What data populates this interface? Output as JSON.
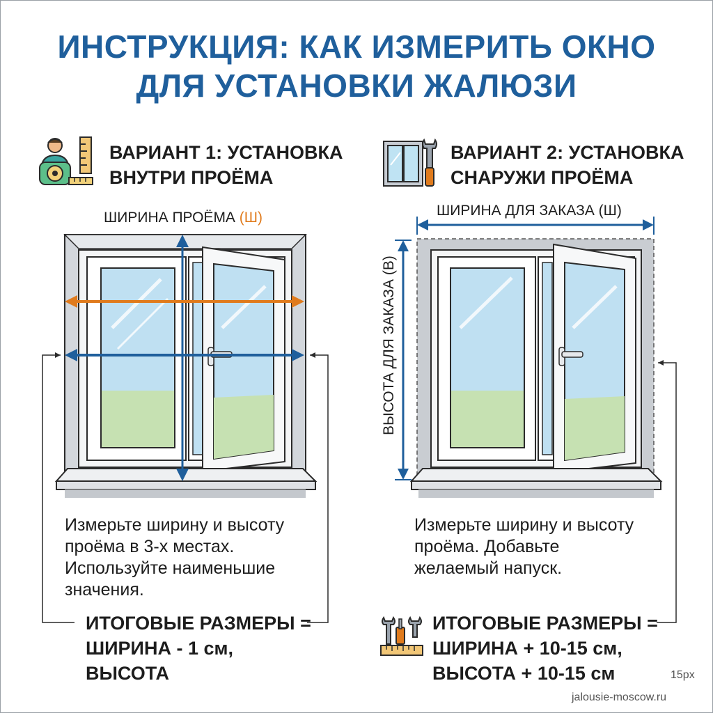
{
  "title": {
    "line1": "ИНСТРУКЦИЯ: КАК ИЗМЕРИТЬ ОКНО",
    "line2": "ДЛЯ УСТАНОВКИ ЖАЛЮЗИ"
  },
  "variant1": {
    "title_line1": "ВАРИАНТ 1: УСТАНОВКА",
    "title_line2": "ВНУТРИ ПРОЁМА",
    "width_label": "ШИРИНА ПРОЁМА",
    "width_letter": "(Ш)",
    "desc": [
      "Измерьте ширину и высоту",
      "проёма в 3-х местах.",
      "Используйте наименьшие",
      "значения."
    ],
    "result": [
      "ИТОГОВЫЕ РАЗМЕРЫ =",
      "ШИРИНА - 1 см,",
      "ВЫСОТА"
    ]
  },
  "variant2": {
    "title_line1": "ВАРИАНТ 2: УСТАНОВКА",
    "title_line2": "СНАРУЖИ ПРОЁМА",
    "width_label": "ШИРИНА ДЛЯ ЗАКАЗА (Ш)",
    "height_label": "ВЫСОТА ДЛЯ ЗАКАЗА (В)",
    "desc": [
      "Измерьте ширину и высоту",
      "проёма. Добавьте",
      "желаемый напуск."
    ],
    "result": [
      "ИТОГОВЫЕ РАЗМЕРЫ =",
      "ШИРИНА + 10-15 см,",
      "ВЫСОТА + 10-15 см"
    ]
  },
  "footer": {
    "size_note": "15px",
    "site": "jalousie-moscow.ru"
  },
  "colors": {
    "title_blue": "#1f5f9c",
    "arrow_orange": "#e07b1d",
    "arrow_blue": "#1f5f9c"
  },
  "icons": {
    "variant1": "person-tape-measure-icon",
    "variant2": "window-wrench-icon",
    "result2": "tools-ruler-icon"
  }
}
